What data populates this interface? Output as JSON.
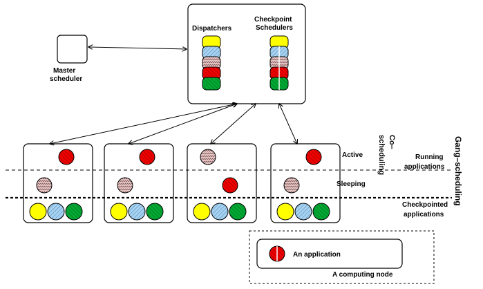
{
  "labels": {
    "master_scheduler_line1": "Master",
    "master_scheduler_line2": "scheduler",
    "dispatchers": "Dispatchers",
    "checkpoint_schedulers_line1": "Checkpoint",
    "checkpoint_schedulers_line2": "Schedulers",
    "active": "Active",
    "sleeping": "Sleeping",
    "co_scheduling_line1": "Co–",
    "co_scheduling_line2": "scheduling",
    "running_applications_line1": "Running",
    "running_applications_line2": "applications",
    "checkpointed_applications_line1": "Checkpointed",
    "checkpointed_applications_line2": "applications",
    "gang_scheduling": "Gang–scheduling",
    "legend_application": "An application",
    "legend_computing_node": "A computing node"
  },
  "colors": {
    "yellow": "#ffff00",
    "blue": "#a7d3f0",
    "pink": "#ecc8c8",
    "red": "#ee0000",
    "green": "#00aa33",
    "outline": "#000000"
  },
  "nodes": [
    {
      "active": "red",
      "sleeping": "pink",
      "checkpointed": [
        "yellow",
        "blue",
        "green"
      ]
    },
    {
      "active": "red",
      "sleeping": "pink",
      "checkpointed": [
        "yellow",
        "blue",
        "green"
      ]
    },
    {
      "active": "pink",
      "sleeping": "red",
      "checkpointed": [
        "yellow",
        "blue",
        "green"
      ]
    },
    {
      "active": "red",
      "sleeping": "pink",
      "checkpointed": [
        "yellow",
        "blue",
        "green"
      ]
    }
  ],
  "dispatcher_stack": [
    "yellow",
    "blue",
    "pink",
    "red",
    "green"
  ],
  "checkpoint_stack": [
    "yellow",
    "blue",
    "pink",
    "red",
    "green"
  ]
}
